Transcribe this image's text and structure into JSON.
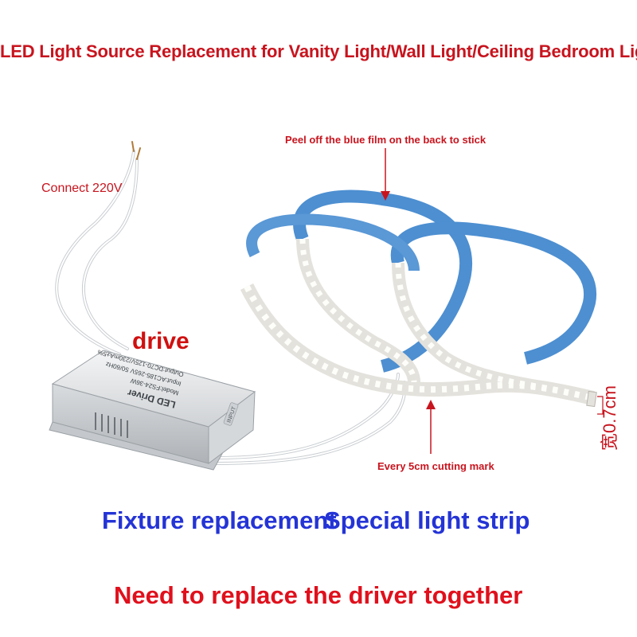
{
  "headline": "LED Light Source Replacement for Vanity Light/Wall Light/Ceiling Bedroom Light",
  "labels": {
    "connect": "Connect 220V",
    "drive": "drive",
    "peel": "Peel off the blue film on the back to stick",
    "cutting": "Every 5cm cutting mark",
    "width": "宽0.7cm",
    "fixture": "Fixture replacement",
    "strip": "Special light strip",
    "need": "Need to replace the driver together"
  },
  "driver_label": {
    "title": "LED Driver",
    "model": "Model:FS24-36W",
    "input": "Input:AC185-265V 50/60Hz",
    "output": "Output:DC70-125V/230mA±5%",
    "input_tag": "INPUT"
  },
  "colors": {
    "headline_red": "#c8141e",
    "blue_text": "#2434d6",
    "strip_back": "#4d8fd1",
    "strip_face": "#e4e2dc",
    "driver_body": "#e8eaec"
  }
}
